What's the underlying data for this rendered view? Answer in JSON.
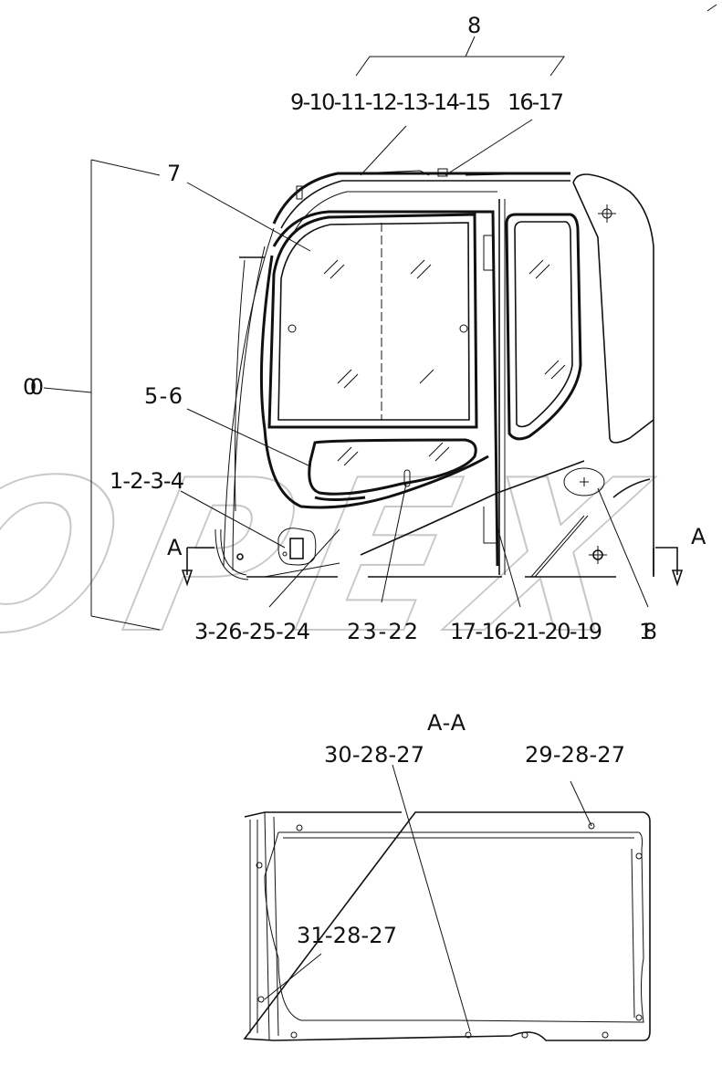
{
  "watermark": "OPEX",
  "colors": {
    "line": "#111111",
    "watermark": "#c8c8c8"
  },
  "labels": {
    "l8": "8",
    "l9_15": "9-10-11-12-13-14-15",
    "l16_17": "16-17",
    "l7": "7",
    "l00": "00",
    "l5_6": "5-6",
    "l1_4": "1-2-3-4",
    "section_left": "A",
    "section_right": "A",
    "l3_24": "3-26-25-24",
    "l23_22": "23-22",
    "l17_19": "17-16-21-20-19",
    "l18": "18",
    "section_title": "A-A",
    "l30": "30-28-27",
    "l29": "29-28-27",
    "l31": "31-28-27"
  }
}
